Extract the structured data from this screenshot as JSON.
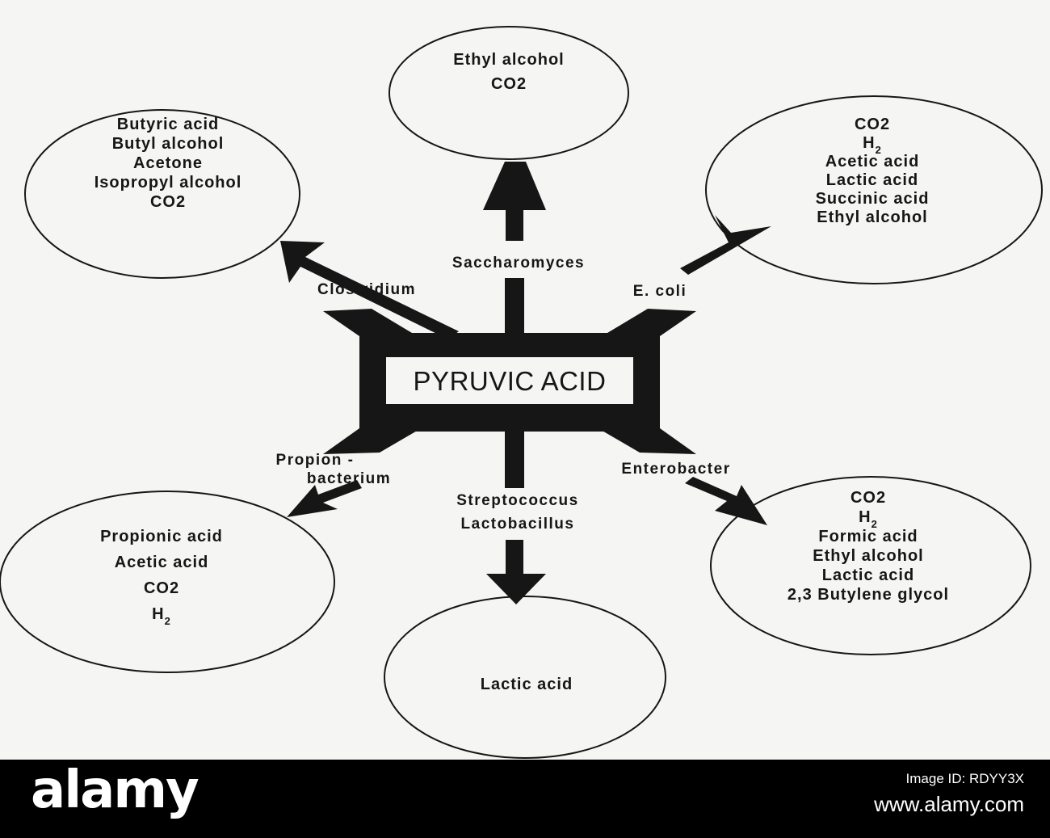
{
  "center": {
    "label": "PYRUVIC ACID"
  },
  "organisms": {
    "saccharomyces": "Saccharomyces",
    "clostridium": "Clostridium",
    "ecoli": "E. coli",
    "propion_1": "Propion -",
    "propion_2": "bacterium",
    "enterobacter": "Enterobacter",
    "streptococcus": "Streptococcus",
    "lactobacillus": "Lactobacillus"
  },
  "products": {
    "saccharomyces": [
      "Ethyl alcohol",
      "CO2"
    ],
    "clostridium": [
      "Butyric acid",
      "Butyl alcohol",
      "Acetone",
      "Isopropyl alcohol",
      "CO2"
    ],
    "ecoli": [
      "CO2",
      "H2",
      "Acetic acid",
      "Lactic acid",
      "Succinic acid",
      "Ethyl alcohol"
    ],
    "propionibacterium": [
      "Propionic acid",
      "Acetic acid",
      "CO2",
      "H2"
    ],
    "enterobacter": [
      "CO2",
      "H2",
      "Formic acid",
      "Ethyl alcohol",
      "Lactic acid",
      "2,3 Butylene glycol"
    ],
    "lactic": [
      "Lactic acid"
    ]
  },
  "footer": {
    "logo": "alamy",
    "image_id": "Image ID: RDYY3X",
    "url": "www.alamy.com"
  },
  "colors": {
    "ink": "#161616",
    "background": "#f5f5f3",
    "footer": "#000000"
  }
}
